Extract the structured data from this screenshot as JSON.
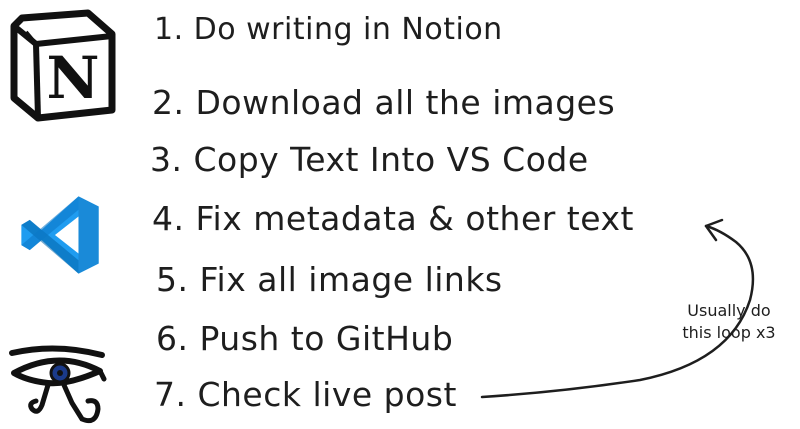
{
  "steps": [
    "1. Do writing in Notion",
    "2. Download all the images",
    "3. Copy Text Into VS Code",
    "4. Fix metadata & other text",
    "5. Fix all image links",
    "6. Push to GitHub",
    "7. Check live post"
  ],
  "loop_note": {
    "line1": "Usually do",
    "line2": "this loop x3"
  },
  "icons": {
    "notion": "notion-logo",
    "vscode": "vscode-logo",
    "eye": "eye-of-horus"
  },
  "logo_text": {
    "notion": "N"
  },
  "colors": {
    "ink": "#1e1e1e",
    "vscode_blue": "#1f9cf0",
    "vscode_dark": "#0065a9",
    "eye_iris": "#1a3a8a"
  }
}
